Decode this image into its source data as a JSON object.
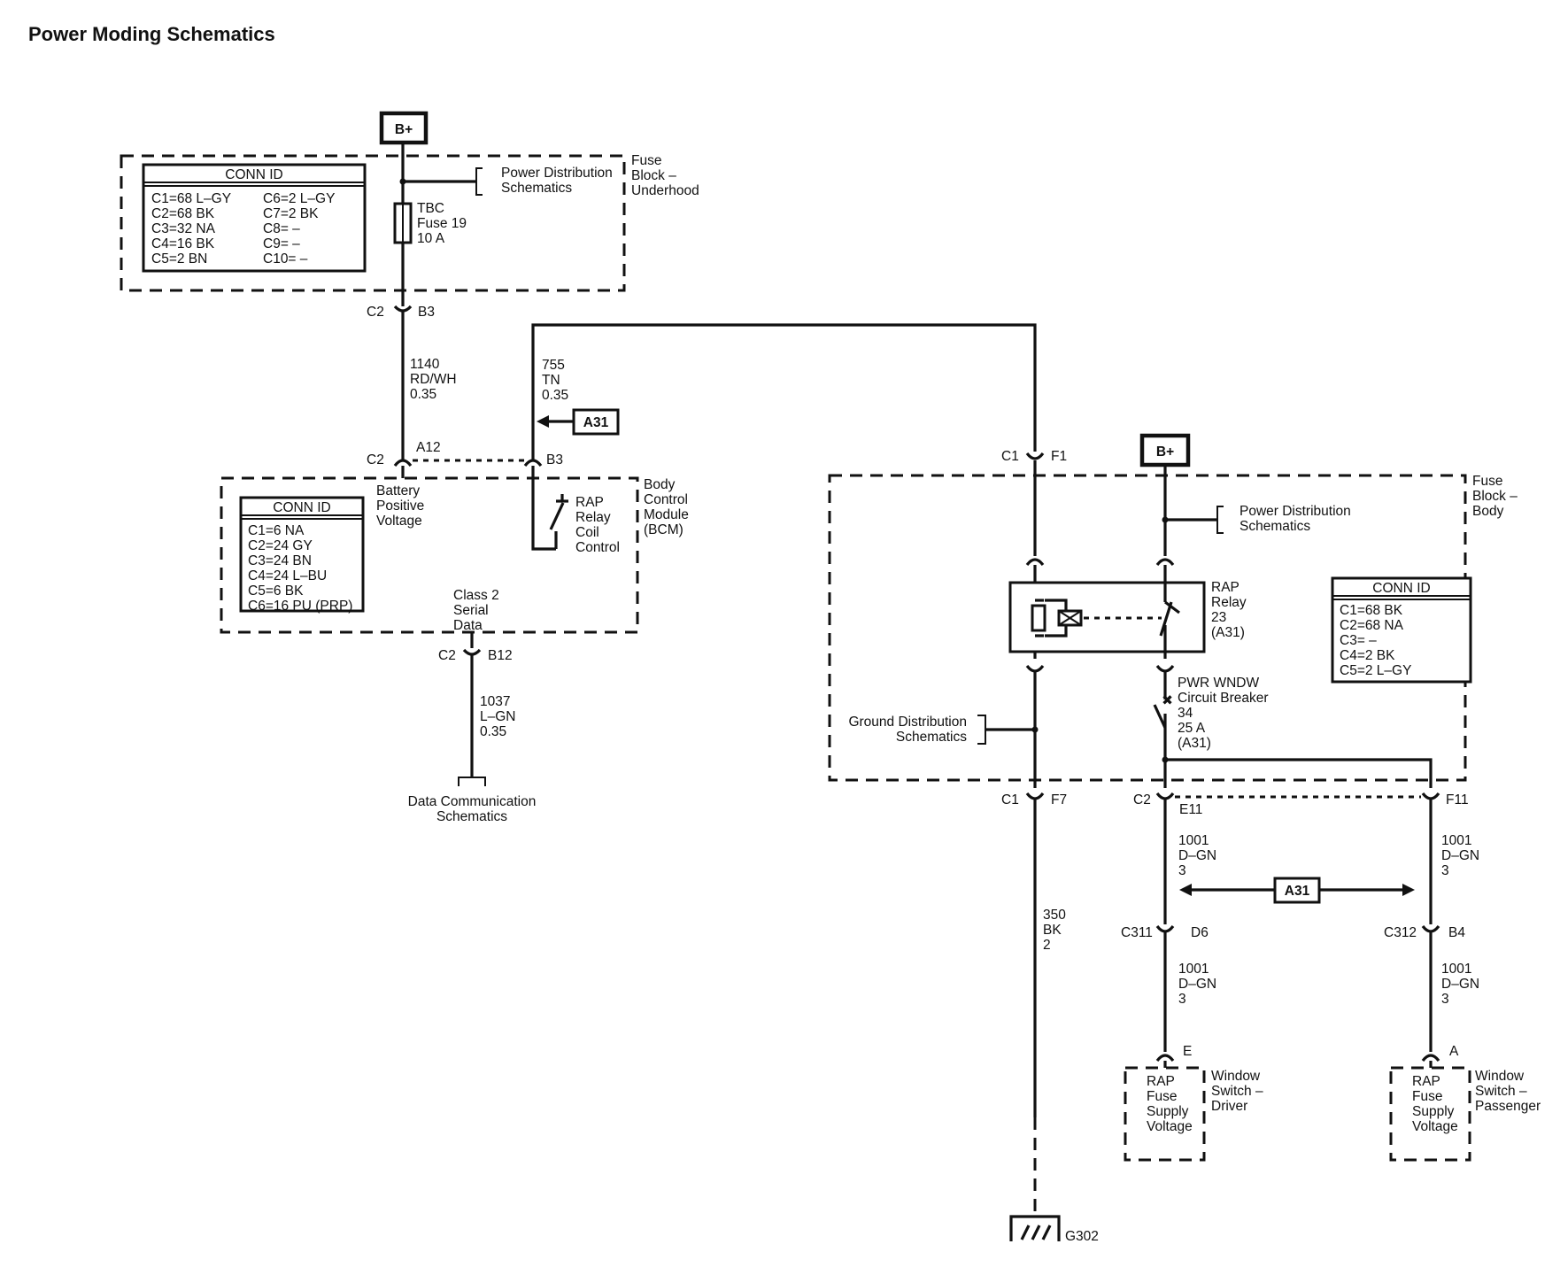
{
  "title": "Power Moding Schematics",
  "bplus_top": "B+",
  "bplus_right": "B+",
  "fb_underhood": {
    "label": [
      "Fuse",
      "Block –",
      "Underhood"
    ],
    "conn_title": "CONN ID",
    "conn_left": [
      "C1=68 L–GY",
      "C2=68 BK",
      "C3=32 NA",
      "C4=16 BK",
      "C5=2 BN"
    ],
    "conn_right": [
      "C6=2 L–GY",
      "C7=2 BK",
      "C8= –",
      "C9= –",
      "C10= –"
    ],
    "pd_ref": [
      "Power Distribution",
      "Schematics"
    ],
    "fuse": [
      "TBC",
      "Fuse 19",
      "10 A"
    ],
    "conn_a": "C2",
    "pin_a": "B3"
  },
  "wire_1140": [
    "1140",
    "RD/WH",
    "0.35"
  ],
  "wire_755": [
    "755",
    "TN",
    "0.35"
  ],
  "a31": "A31",
  "bcm": {
    "label": [
      "Body",
      "Control",
      "Module",
      "(BCM)"
    ],
    "conn_title": "CONN ID",
    "conn": [
      "C1=6 NA",
      "C2=24 GY",
      "C3=24 BN",
      "C4=24 L–BU",
      "C5=6 BK",
      "C6=16 PU (PRP)"
    ],
    "c2_left": "C2",
    "pin_a12": "A12",
    "pin_b3": "B3",
    "batt": [
      "Battery",
      "Positive",
      "Voltage"
    ],
    "rap_ctrl": [
      "RAP",
      "Relay",
      "Coil",
      "Control"
    ],
    "class2": [
      "Class 2",
      "Serial",
      "Data"
    ],
    "c2_bottom": "C2",
    "pin_b12": "B12"
  },
  "wire_1037": [
    "1037",
    "L–GN",
    "0.35"
  ],
  "data_comm": [
    "Data Communication",
    "Schematics"
  ],
  "fb_body": {
    "label": [
      "Fuse",
      "Block –",
      "Body"
    ],
    "c1_top": "C1",
    "pin_f1": "F1",
    "pd_ref": [
      "Power Distribution",
      "Schematics"
    ],
    "relay": [
      "RAP",
      "Relay",
      "23",
      "(A31)"
    ],
    "conn_title": "CONN ID",
    "conn": [
      "C1=68 BK",
      "C2=68 NA",
      "C3= –",
      "C4=2 BK",
      "C5=2 L–GY"
    ],
    "breaker": [
      "PWR WNDW",
      "Circuit Breaker",
      "34",
      "25 A",
      "(A31)"
    ],
    "gd_ref": [
      "Ground Distribution",
      "Schematics"
    ],
    "c1_bottom": "C1",
    "pin_f7": "F7",
    "c2": "C2",
    "pin_e11": "E11",
    "pin_f11": "F11"
  },
  "wire_1001_l1": [
    "1001",
    "D–GN",
    "3"
  ],
  "wire_1001_r1": [
    "1001",
    "D–GN",
    "3"
  ],
  "wire_1001_l2": [
    "1001",
    "D–GN",
    "3"
  ],
  "wire_1001_r2": [
    "1001",
    "D–GN",
    "3"
  ],
  "wire_350": [
    "350",
    "BK",
    "2"
  ],
  "c311": "C311",
  "pin_d6": "D6",
  "c312": "C312",
  "pin_b4": "B4",
  "pin_e": "E",
  "pin_a": "A",
  "ws_driver": {
    "inner": [
      "RAP",
      "Fuse",
      "Supply",
      "Voltage"
    ],
    "label": [
      "Window",
      "Switch –",
      "Driver"
    ]
  },
  "ws_pass": {
    "inner": [
      "RAP",
      "Fuse",
      "Supply",
      "Voltage"
    ],
    "label": [
      "Window",
      "Switch –",
      "Passenger"
    ]
  },
  "ground": "G302"
}
